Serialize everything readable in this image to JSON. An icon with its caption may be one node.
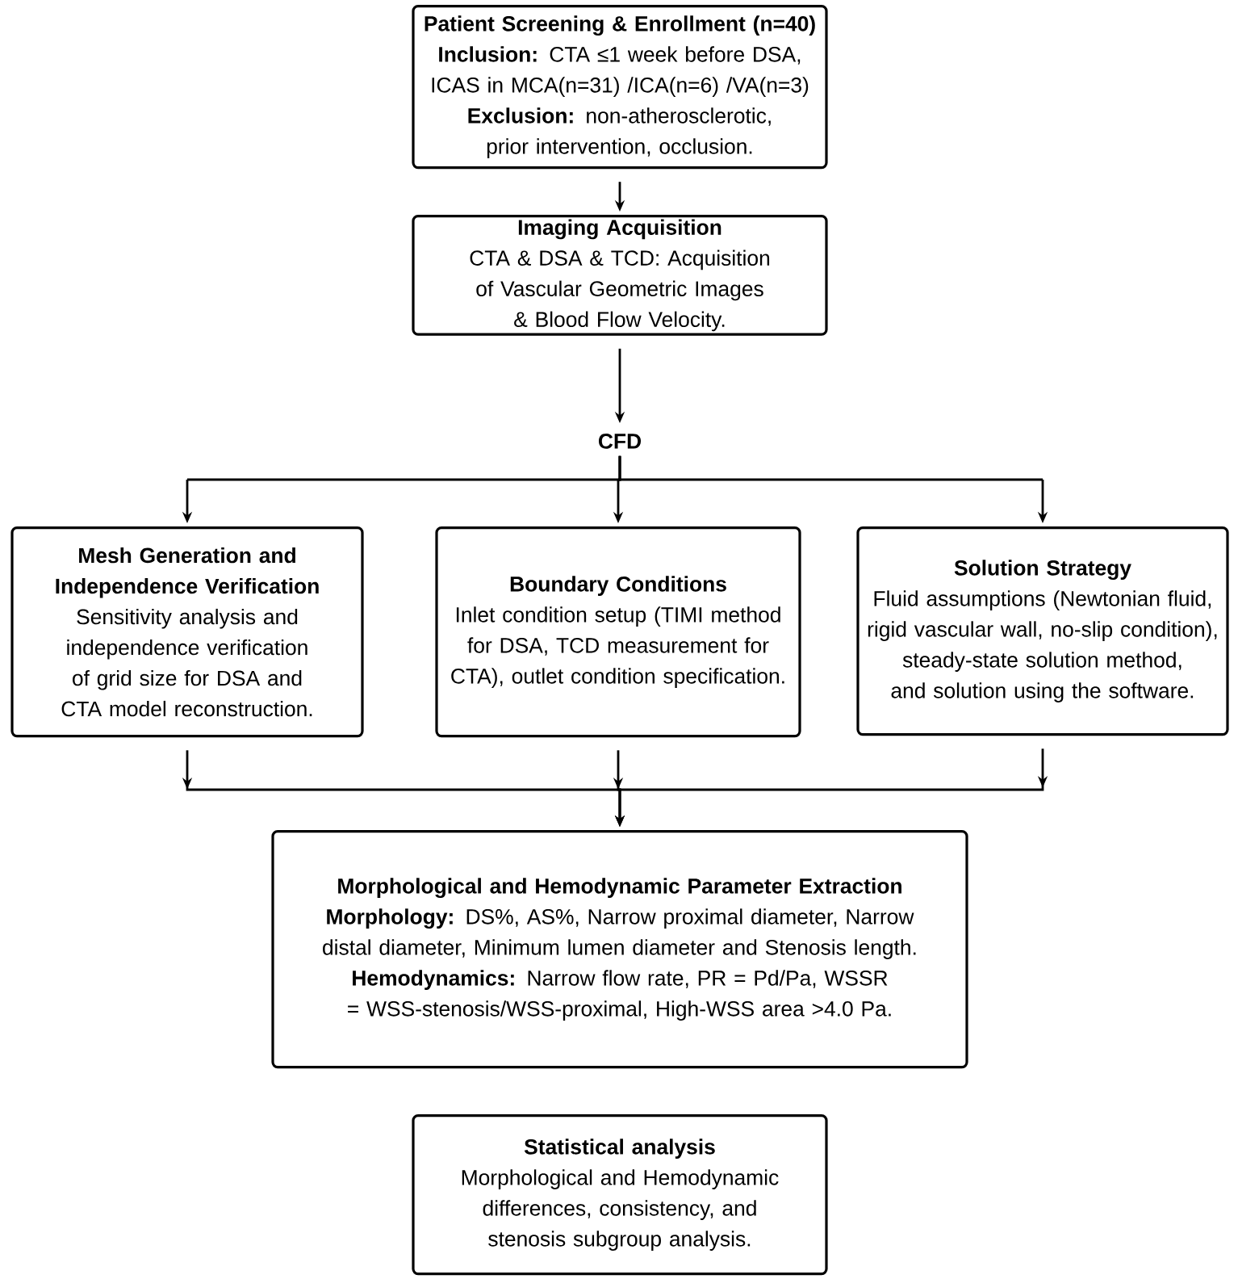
{
  "diagram": {
    "nodes": [
      {
        "text": [
          "Patient Screening & Enrollment (n=40)",
          "**Inclusion:** CTA ≤1 week before DSA, ICAS in MCA(n=31) /ICA(n=6) /VA(n=3)",
          "**Exclusion:** non-atherosclerotic, prior intervention, occlusion."
        ]
      },
      {
        "text": [
          "Imaging Acquisition",
          "CTA & DSA & TCD: Acquisition of Vascular Geometric Images & Blood Flow Velocity."
        ]
      },
      {
        "text": [
          "CFD"
        ]
      },
      {
        "text": [
          "Mesh Generation and Independence Verification",
          "Sensitivity analysis and independence verification of grid size for DSA and CTA model reconstruction."
        ]
      },
      {
        "text": [
          "Boundary Conditions",
          "Inlet condition setup (TIMI method for DSA, TCD measurement for CTA), outlet condition specification."
        ]
      },
      {
        "text": [
          "Solution Strategy",
          "Fluid assumptions (Newtonian fluid, rigid vascular wall, no-slip condition), steady-state solution method, and solution using the software."
        ]
      },
      {
        "text": [
          "Morphological and Hemodynamic Parameter Extraction",
          "**Morphology:** DS%, AS%, Narrow proximal diameter, Narrow distal diameter, Minimum lumen diameter and Stenosis length.",
          "**Hemodynamics:** Narrow flow rate, PR = Pd/Pa, WSSR = WSS-stenosis/WSS-proximal, High-WSS area >4.0 Pa."
        ]
      },
      {
        "text": [
          "Statistical analysis",
          "Morphological and Hemodynamic differences, consistency, and stenosis subgroup analysis."
        ]
      }
    ],
    "edges": [
      {
        "from": 0,
        "to": 1,
        "arrow": "to"
      },
      {
        "from": 1,
        "to": 2,
        "arrow": "to"
      },
      {
        "from": 2,
        "to": 3,
        "arrow": "to"
      },
      {
        "from": 2,
        "to": 4,
        "arrow": "to"
      },
      {
        "from": 2,
        "to": 5,
        "arrow": "to"
      },
      {
        "from": 3,
        "to": 6,
        "arrow": "to"
      },
      {
        "from": 4,
        "to": 6,
        "arrow": "to"
      },
      {
        "from": 5,
        "to": 6,
        "arrow": "to"
      }
    ]
  }
}
